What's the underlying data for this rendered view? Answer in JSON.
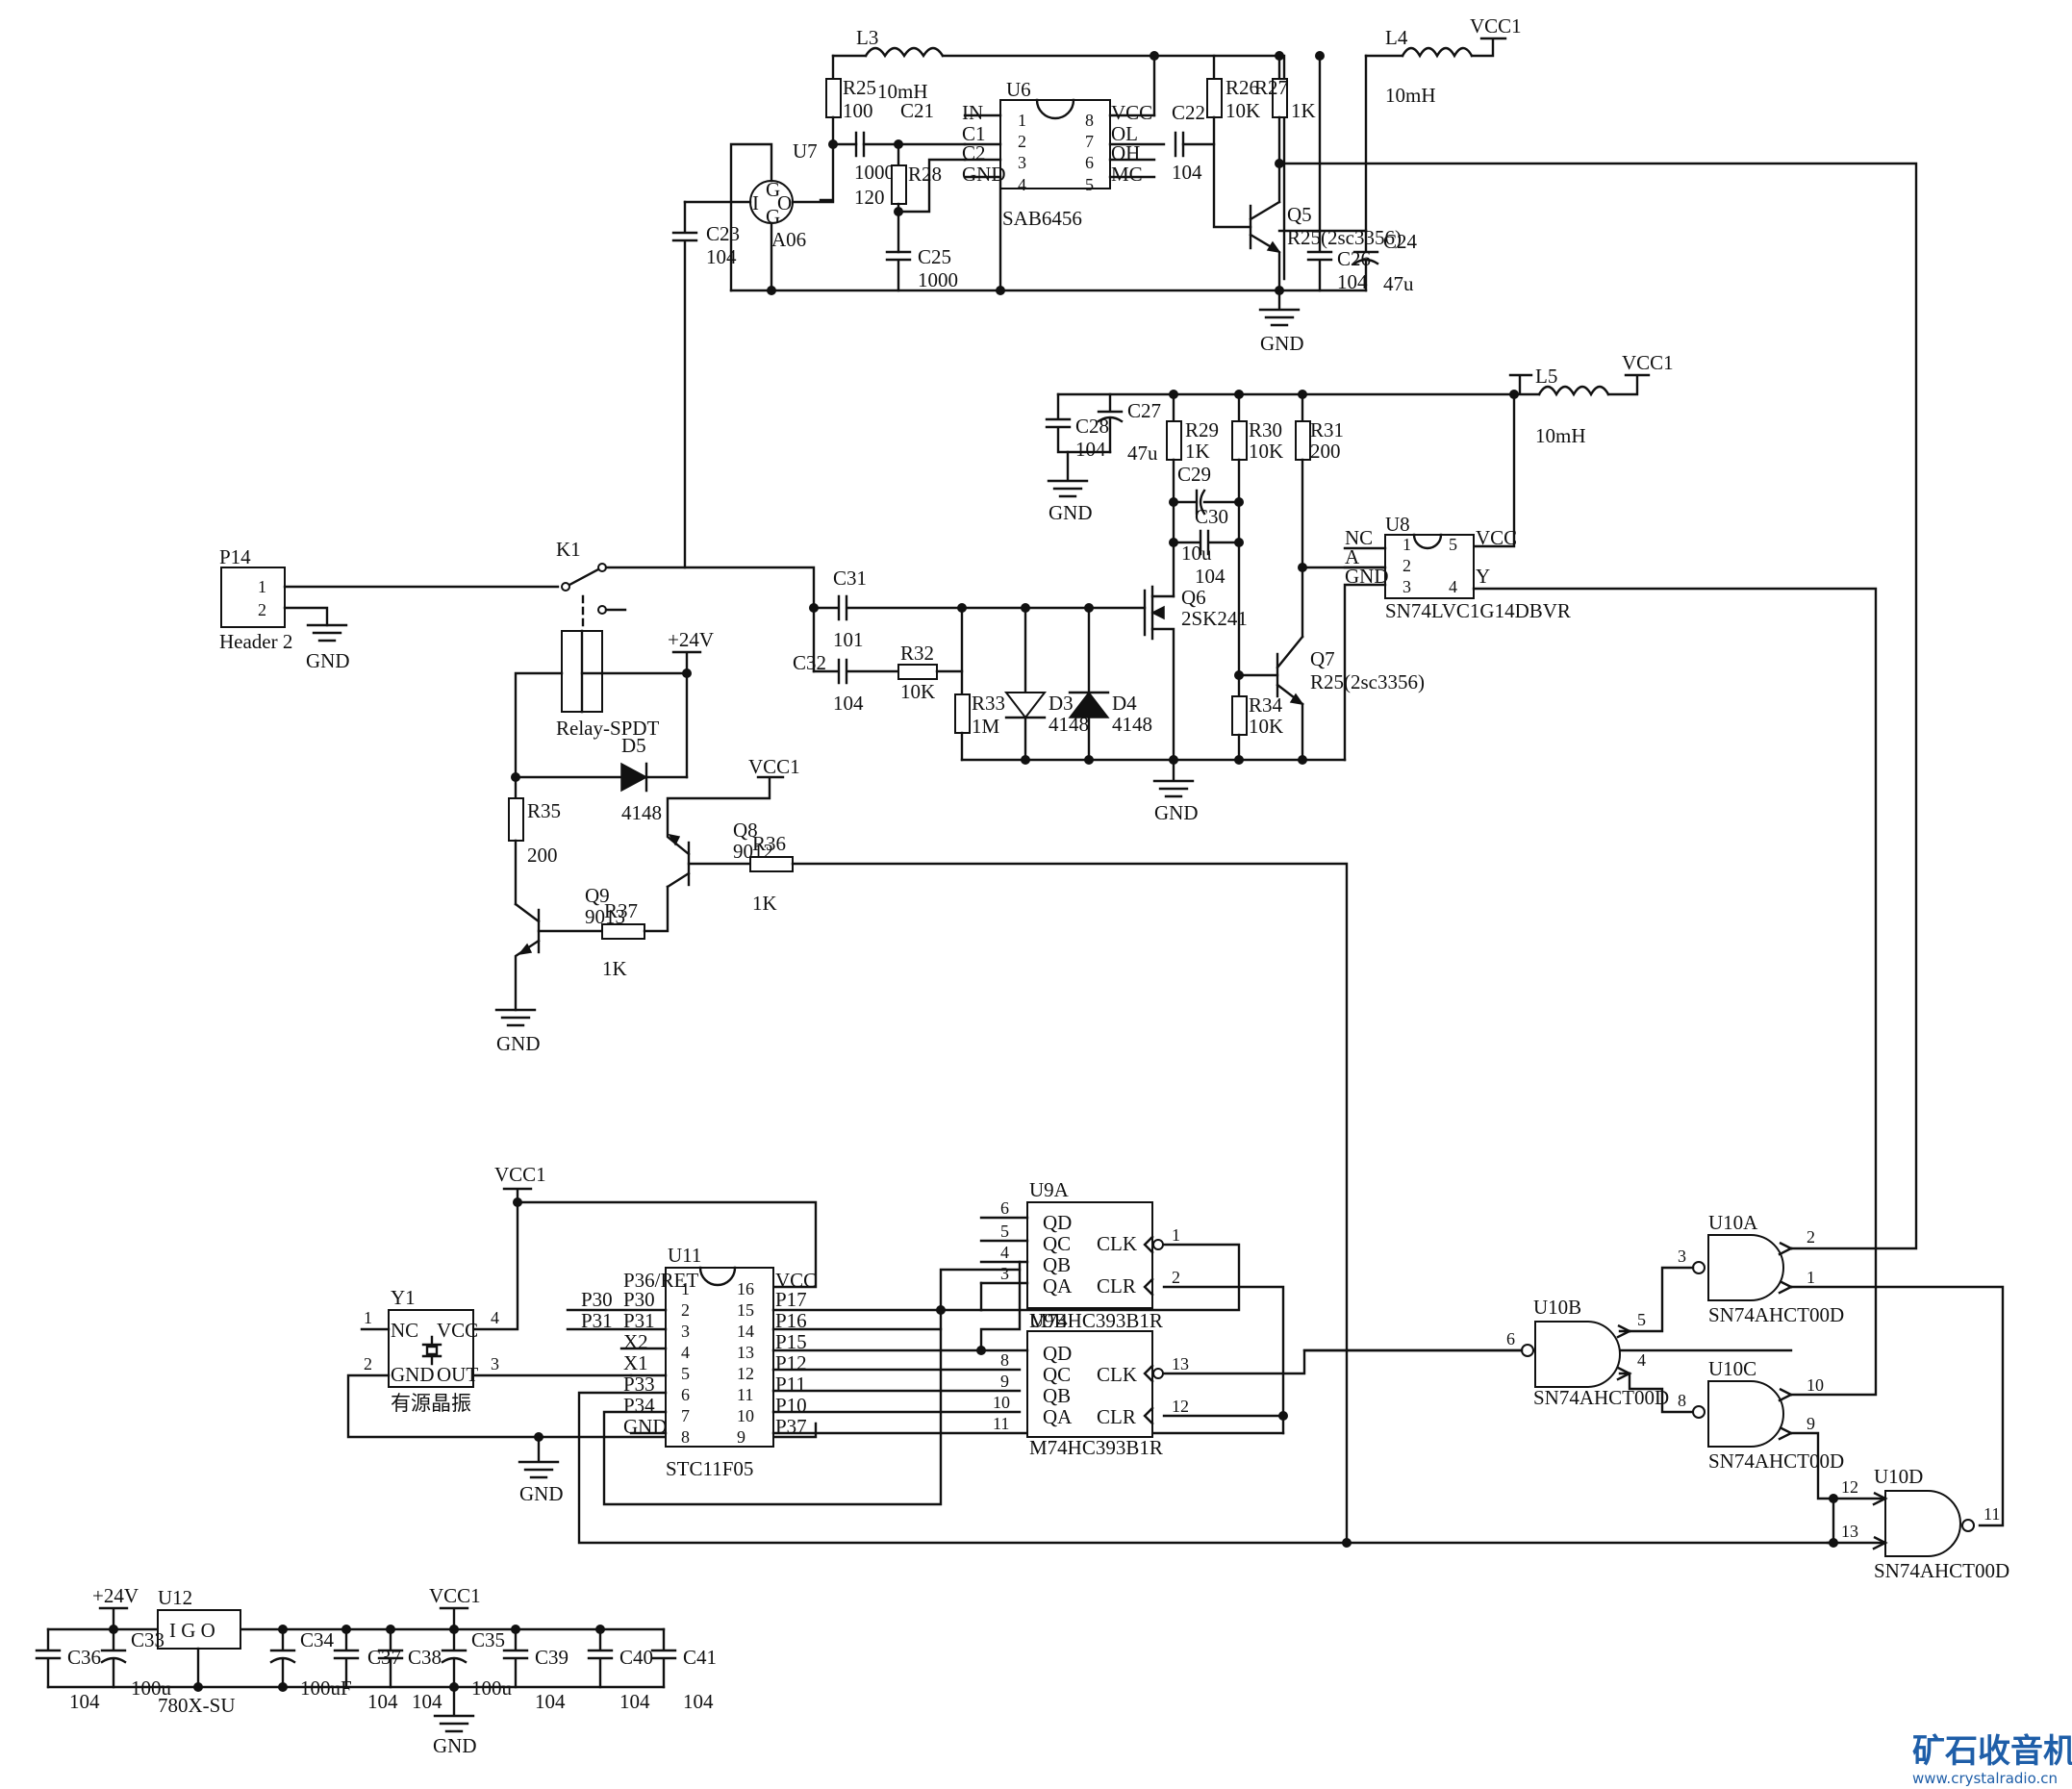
{
  "labels": {
    "L3": "L3",
    "L3v": "10mH",
    "L4": "L4",
    "L4v": "10mH",
    "L5": "L5",
    "L5v": "10mH",
    "VCC1": "VCC1",
    "V24": "+24V",
    "GND": "GND",
    "R25": "R25",
    "R25v": "100",
    "C21": "C21",
    "C21v": "1000",
    "R28": "R28",
    "R28v": "120",
    "C25": "C25",
    "C25v": "1000",
    "U6": "U6",
    "U6p": "SAB6456",
    "U6in": "IN",
    "U6c1": "C1",
    "U6c2": "C2",
    "U6gnd": "GND",
    "U6vcc": "VCC",
    "U6ol": "OL",
    "U6oh": "OH",
    "U6mc": "MC",
    "p1": "1",
    "p2": "2",
    "p3": "3",
    "p4": "4",
    "p5": "5",
    "p6": "6",
    "p7": "7",
    "p8": "8",
    "p9": "9",
    "p10": "10",
    "p11": "11",
    "p12": "12",
    "p13": "13",
    "p14": "14",
    "p15": "15",
    "p16": "16",
    "C22": "C22",
    "C22v": "104",
    "R26": "R26",
    "R26v": "10K",
    "R27": "R27",
    "R27v": "1K",
    "Q5": "Q5",
    "Q5v": "R25(2sc3356)",
    "C26": "C26",
    "C26v": "104",
    "C24": "C24",
    "C24v": "47u",
    "U7": "U7",
    "U7p": "A06",
    "U7i": "I",
    "U7g": "G",
    "U7o": "O",
    "C23": "C23",
    "C23v": "104",
    "C27": "C27",
    "C27v": "47u",
    "C28": "C28",
    "C28v": "104",
    "R29": "R29",
    "R29v": "1K",
    "R30": "R30",
    "R30v": "10K",
    "R31": "R31",
    "R31v": "200",
    "C29": "C29",
    "C29v": "10u",
    "C30": "C30",
    "C30v": "104",
    "U8": "U8",
    "U8p": "SN74LVC1G14DBVR",
    "U8nc": "NC",
    "U8a": "A",
    "U8gnd": "GND",
    "U8vcc": "VCC",
    "U8y": "Y",
    "P14": "P14",
    "P14p": "Header 2",
    "K1": "K1",
    "Relay": "Relay-SPDT",
    "C31": "C31",
    "C31v": "101",
    "C32": "C32",
    "C32v": "104",
    "R32": "R32",
    "R32v": "10K",
    "R33": "R33",
    "R33v": "1M",
    "D3": "D3",
    "D3v": "4148",
    "D4": "D4",
    "D4v": "4148",
    "Q6": "Q6",
    "Q6v": "2SK241",
    "Q7": "Q7",
    "Q7v": "R25(2sc3356)",
    "R34": "R34",
    "R34v": "10K",
    "D5": "D5",
    "D5v": "4148",
    "R35": "R35",
    "R35v": "200",
    "Q8": "Q8",
    "Q8v": "9012",
    "R36": "R36",
    "R36v": "1K",
    "Q9": "Q9",
    "Q9v": "9013",
    "R37": "R37",
    "R37v": "1K",
    "Y1": "Y1",
    "Y1nc": "NC",
    "Y1vcc": "VCC",
    "Y1gnd": "GND",
    "Y1out": "OUT",
    "Y1p": "有源晶振",
    "U11": "U11",
    "U11p": "STC11F05",
    "P36RET": "P36/RET",
    "P30": "P30",
    "P31": "P31",
    "X2": "X2",
    "X1": "X1",
    "P33": "P33",
    "P34": "P34",
    "P17": "P17",
    "P16": "P16",
    "P15": "P15",
    "P12": "P12",
    "P11": "P11",
    "P10": "P10",
    "P37": "P37",
    "U9A": "U9A",
    "U9Ap": "M74HC393B1R",
    "U9B": "U9B",
    "U9Bp": "M74HC393B1R",
    "QD": "QD",
    "QC": "QC",
    "QB": "QB",
    "QA": "QA",
    "CLK": "CLK",
    "CLR": "CLR",
    "U10A": "U10A",
    "U10B": "U10B",
    "U10C": "U10C",
    "U10D": "U10D",
    "U10p": "SN74AHCT00D",
    "U12": "U12",
    "U12p": "780X-SU",
    "U12io": "I  G  O",
    "C33": "C33",
    "C33v": "100u",
    "C34": "C34",
    "C34v": "100uF",
    "C35": "C35",
    "C35v": "100u",
    "C36": "C36",
    "C37": "C37",
    "C38": "C38",
    "C39": "C39",
    "C40": "C40",
    "C41": "C41",
    "v104": "104"
  },
  "watermark": {
    "title": "矿石收音机",
    "url": "www.crystalradio.cn",
    "color": "#1e5ea8"
  }
}
